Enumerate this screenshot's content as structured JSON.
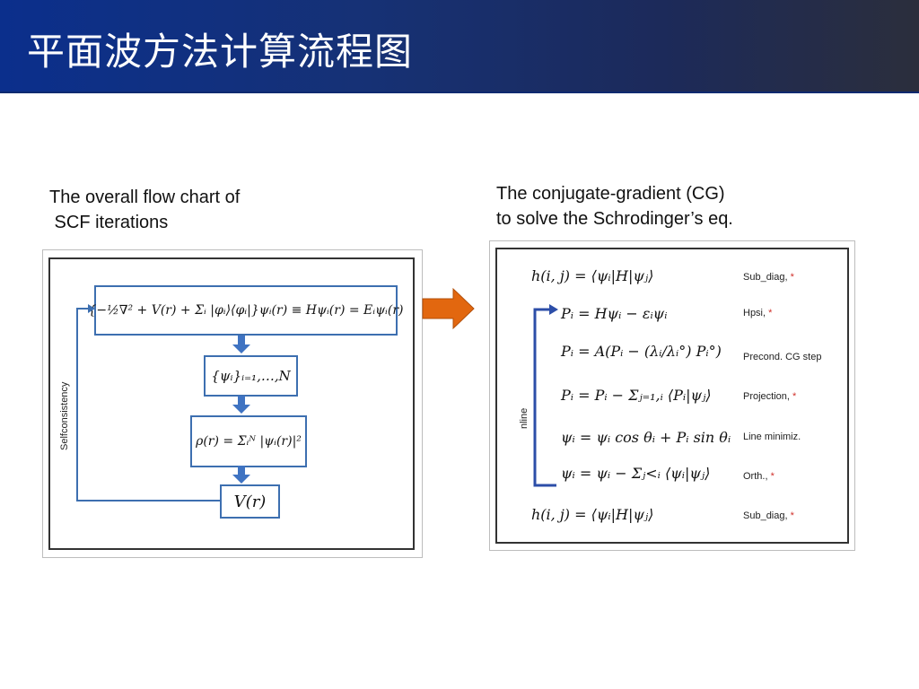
{
  "header": {
    "title": "平面波方法计算流程图"
  },
  "left": {
    "caption_line1": "The overall flow chart of",
    "caption_line2": " SCF iterations",
    "side_label": "Selfconsistency",
    "boxes": [
      "{−½∇² + V(r) + Σᵢ |φᵢ⟩⟨φᵢ|}ψᵢ(r) ≡ Hψᵢ(r) = Eᵢψᵢ(r)",
      "{ψᵢ}ᵢ₌₁,…,N",
      "ρ(r) = Σᵢᴺ |ψᵢ(r)|²",
      "V(r)"
    ]
  },
  "right": {
    "caption_line1": "The conjugate-gradient (CG)",
    "caption_line2": "to solve the Schrodinger’s eq.",
    "side_label": "nline",
    "rows": [
      {
        "eq": "h(i, j) = ⟨ψᵢ|H|ψⱼ⟩",
        "note": "Sub_diag,",
        "star": "*"
      },
      {
        "eq": "Pᵢ = Hψᵢ − εᵢψᵢ",
        "note": "Hpsi,",
        "star": "*"
      },
      {
        "eq": "Pᵢ = A(Pᵢ − (λᵢ/λᵢ°) Pᵢ°)",
        "note": "Precond. CG step",
        "star": ""
      },
      {
        "eq": "Pᵢ = Pᵢ − Σⱼ₌₁,ᵢ ⟨Pᵢ|ψⱼ⟩",
        "note": "Projection,",
        "star": "*"
      },
      {
        "eq": "ψᵢ = ψᵢ cos θᵢ + Pᵢ sin θᵢ",
        "note": "Line minimiz.",
        "star": ""
      },
      {
        "eq": "ψᵢ = ψᵢ − Σⱼ<ᵢ ⟨ψᵢ|ψⱼ⟩",
        "note": "Orth.,",
        "star": "*"
      },
      {
        "eq": "h(i, j) = ⟨ψᵢ|H|ψⱼ⟩",
        "note": "Sub_diag,",
        "star": "*"
      }
    ]
  },
  "colors": {
    "arrow": "#e2670f",
    "box_border": "#3d6fb0",
    "loop": "#2c4ea8"
  }
}
